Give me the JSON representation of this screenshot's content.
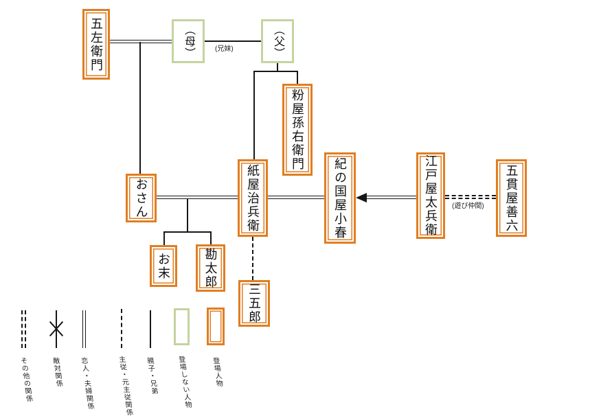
{
  "diagram": {
    "nodes": [
      {
        "id": "gozaemon",
        "label": "五左衛門",
        "type": "appearing"
      },
      {
        "id": "mother",
        "label": "（母）",
        "type": "non-appearing"
      },
      {
        "id": "father",
        "label": "（父）",
        "type": "non-appearing"
      },
      {
        "id": "magoemon",
        "label": "粉屋孫右衛門",
        "type": "appearing"
      },
      {
        "id": "osan",
        "label": "おさん",
        "type": "appearing"
      },
      {
        "id": "jihei",
        "label": "紙屋治兵衛",
        "type": "appearing"
      },
      {
        "id": "koharu",
        "label": "紀の国屋小春",
        "type": "appearing"
      },
      {
        "id": "tahei",
        "label": "江戸屋太兵衛",
        "type": "appearing"
      },
      {
        "id": "zenroku",
        "label": "五貫屋善六",
        "type": "appearing"
      },
      {
        "id": "osue",
        "label": "お末",
        "type": "appearing"
      },
      {
        "id": "kantaro",
        "label": "勘太郎",
        "type": "appearing"
      },
      {
        "id": "sangoro",
        "label": "三五郎",
        "type": "appearing"
      }
    ],
    "edge_labels": {
      "siblings": "(兄妹)",
      "playmates": "(遊び仲間)"
    },
    "edges": [
      {
        "from": "gozaemon",
        "to": "mother",
        "type": "couple-double-line"
      },
      {
        "from": "mother",
        "to": "father",
        "type": "siblings-single-line",
        "label": "(兄妹)"
      },
      {
        "from": "gozaemon+mother",
        "to": "osan",
        "type": "parent-child"
      },
      {
        "from": "father",
        "to": "jihei",
        "type": "parent-child"
      },
      {
        "from": "father",
        "to": "magoemon",
        "type": "parent-child"
      },
      {
        "from": "osan",
        "to": "jihei",
        "type": "couple-double-line"
      },
      {
        "from": "jihei",
        "to": "koharu",
        "type": "couple-double-line"
      },
      {
        "from": "tahei",
        "to": "koharu",
        "type": "double-line-arrow"
      },
      {
        "from": "tahei",
        "to": "zenroku",
        "type": "other-double-dashed",
        "label": "(遊び仲間)"
      },
      {
        "from": "osan+jihei",
        "to": "osue",
        "type": "parent-child"
      },
      {
        "from": "osan+jihei",
        "to": "kantaro",
        "type": "parent-child"
      },
      {
        "from": "jihei",
        "to": "sangoro",
        "type": "master-servant-dashed"
      }
    ],
    "legend": {
      "items": [
        {
          "label": "その他の関係",
          "symbol": "double-dashed-line"
        },
        {
          "label": "敵対関係",
          "symbol": "line-with-x"
        },
        {
          "label": "恋人・夫婦関係",
          "symbol": "double-line"
        },
        {
          "label": "主従・元主従関係",
          "symbol": "dashed-line"
        },
        {
          "label": "親子・兄弟",
          "symbol": "single-line"
        },
        {
          "label": "登場しない人物",
          "symbol": "green-box"
        },
        {
          "label": "登場人物",
          "symbol": "orange-box"
        }
      ]
    },
    "colors": {
      "appearing_border": "#df7e22",
      "non_appearing_border": "#c5d3a0",
      "line": "#161616",
      "background": "#ffffff"
    }
  }
}
